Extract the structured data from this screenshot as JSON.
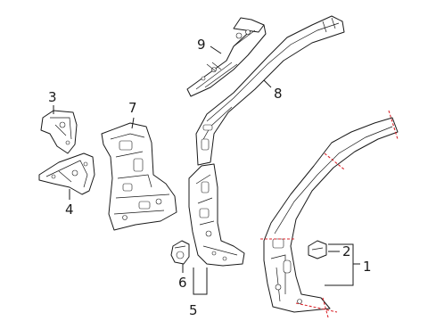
{
  "callouts": [
    {
      "id": "1",
      "label": "1"
    },
    {
      "id": "2",
      "label": "2"
    },
    {
      "id": "3",
      "label": "3"
    },
    {
      "id": "4",
      "label": "4"
    },
    {
      "id": "5",
      "label": "5"
    },
    {
      "id": "6",
      "label": "6"
    },
    {
      "id": "7",
      "label": "7"
    },
    {
      "id": "8",
      "label": "8"
    },
    {
      "id": "9",
      "label": "9"
    }
  ],
  "colors": {
    "line": "#1a1a1a",
    "cut_marks": "#d9262c",
    "background": "#ffffff"
  }
}
